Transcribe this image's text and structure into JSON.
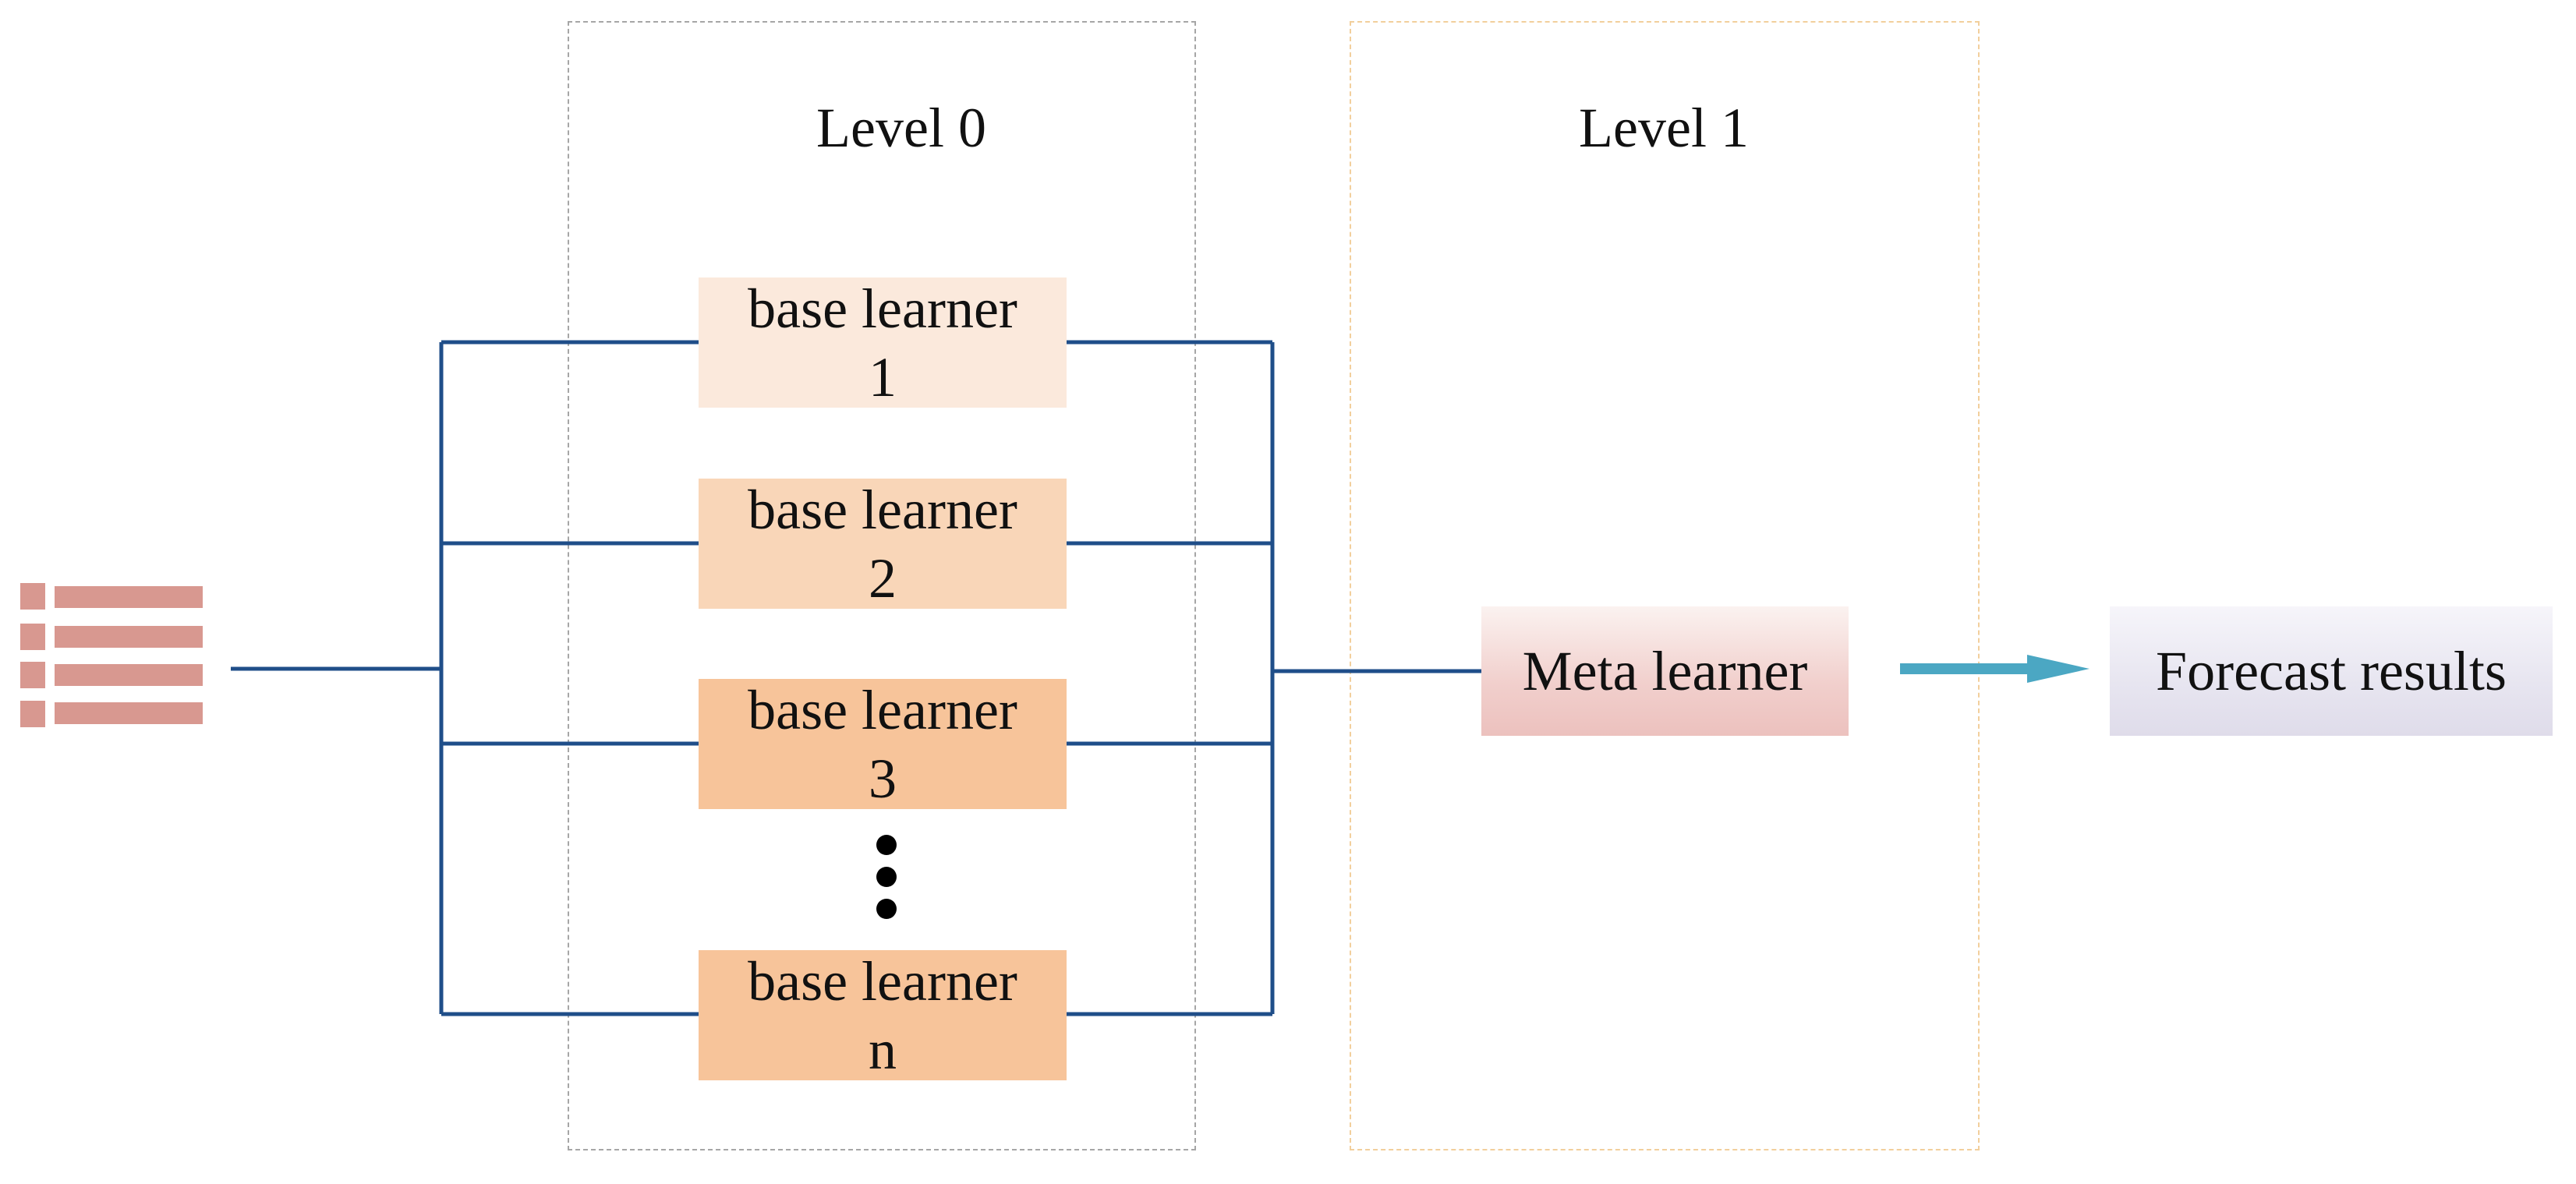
{
  "levels": {
    "level0_title": "Level 0",
    "level1_title": "Level 1"
  },
  "base_learners": [
    {
      "line1": "base learner",
      "line2": "1"
    },
    {
      "line1": "base learner",
      "line2": "2"
    },
    {
      "line1": "base learner",
      "line2": "3"
    },
    {
      "line1": "base learner",
      "line2": "n"
    }
  ],
  "meta_learner_label": "Meta learner",
  "output_label": "Forecast results",
  "icons": {
    "input": "data-list-icon",
    "ellipsis": "vertical-ellipsis-icon",
    "output_arrow": "arrow-right-icon"
  },
  "colors": {
    "wire": "#1f4e89",
    "arrow": "#4ba7c3",
    "input_icon": "#d89890",
    "learner_1": "#fbe9dc",
    "learner_2": "#f9d6b8",
    "learner_3": "#f7c49a",
    "learner_n": "#f7c49a",
    "level0_border": "#a6a6a6",
    "level1_border": "#f2cf9c"
  }
}
